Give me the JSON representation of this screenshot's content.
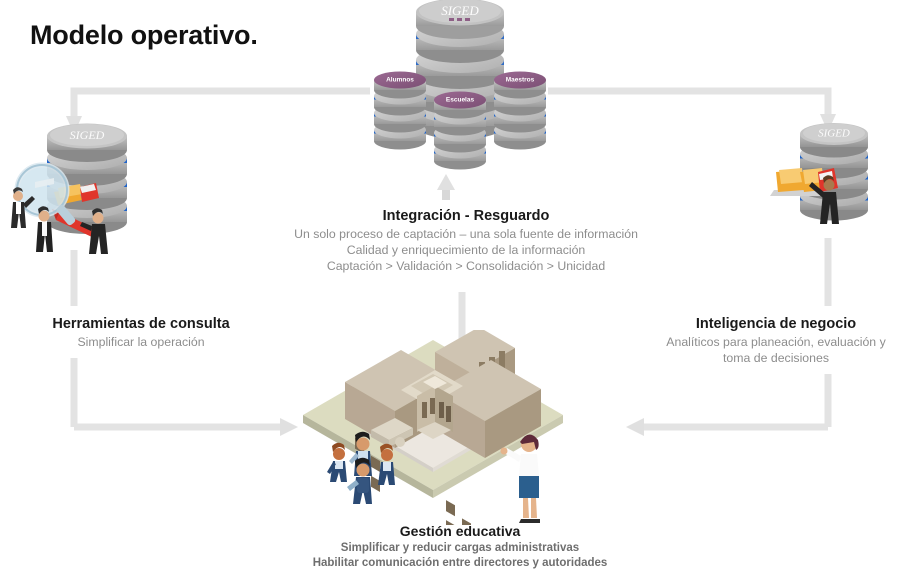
{
  "page": {
    "title": "Modelo operativo.",
    "background_color": "#ffffff",
    "connector_color": "#e3e3e3"
  },
  "nodes": {
    "integracion": {
      "heading": "Integración - Resguardo",
      "lines": [
        "Un solo proceso de captación – una sola fuente de información",
        "Calidad y enriquecimiento de la información",
        "Captación > Validación > Consolidación > Unicidad"
      ]
    },
    "herramientas": {
      "heading": "Herramientas de consulta",
      "lines": [
        "Simplificar la operación"
      ]
    },
    "inteligencia": {
      "heading": "Inteligencia de negocio",
      "lines": [
        "Analíticos para planeación, evaluación y",
        "toma de decisiones"
      ]
    },
    "gestion": {
      "heading": "Gestión educativa",
      "lines": [
        "Simplificar y reducir cargas administrativas",
        "Habilitar comunicación entre directores y autoridades"
      ]
    }
  },
  "illustrations": {
    "central_databases": {
      "name": "database-cluster-icon",
      "main_label": "SIGED",
      "sub_labels": [
        "Alumnos",
        "Escuelas",
        "Maestros"
      ],
      "colors": {
        "disk_top": "#c9c9c9",
        "disk_body": "#a8a8a8",
        "band": "#1f63c8",
        "label_chip": "#8e5f86"
      }
    },
    "left_database": {
      "name": "database-search-icon",
      "label": "SIGED",
      "elements": [
        "magnifying-glass",
        "folders",
        "businessmen"
      ],
      "colors": {
        "glass": "#cfe4ef",
        "folder": "#f0a830",
        "marker": "#e0352b"
      }
    },
    "right_database": {
      "name": "database-retrieve-icon",
      "label": "SIGED",
      "elements": [
        "folder-drawer",
        "businessman"
      ],
      "colors": {
        "folder": "#f0a830",
        "accent": "#e0352b"
      }
    },
    "school": {
      "name": "school-building-icon",
      "elements": [
        "isometric-school",
        "students",
        "teacher",
        "lawn"
      ],
      "colors": {
        "lawn": "#dcdcc0",
        "walls": "#b8a894",
        "roof": "#cfc4b2",
        "plaza": "#ece7e0",
        "uniform": "#2b4a74"
      }
    }
  },
  "connectors": [
    {
      "name": "left-branch-arrow",
      "from": "central-databases",
      "to": "left-database",
      "direction": "down"
    },
    {
      "name": "right-branch-arrow",
      "from": "central-databases",
      "to": "right-database",
      "direction": "down"
    },
    {
      "name": "school-to-databases-arrow",
      "from": "school",
      "to": "central-databases",
      "direction": "up"
    },
    {
      "name": "left-to-school-arrow",
      "from": "left-database",
      "to": "school",
      "direction": "right"
    },
    {
      "name": "right-to-school-arrow",
      "from": "right-database",
      "to": "school",
      "direction": "left"
    }
  ]
}
